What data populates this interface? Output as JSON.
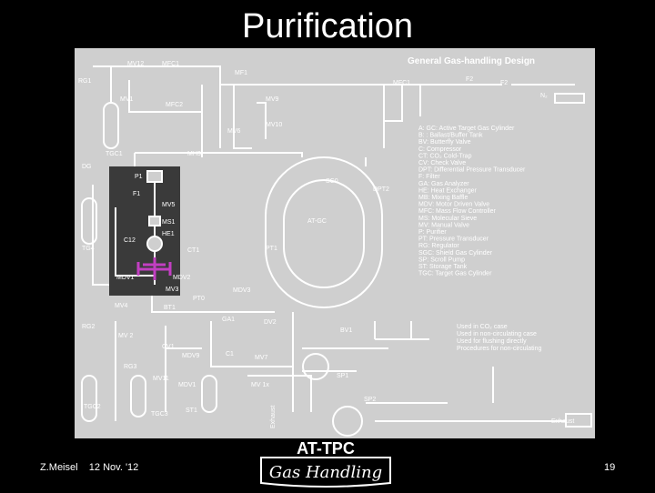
{
  "slide": {
    "title": "Purification",
    "author": "Z.Meisel",
    "date": "12 Nov. '12",
    "page_number": "19"
  },
  "logo": {
    "line1": "AT-TPC",
    "line2": "Gas Handling"
  },
  "diagram": {
    "heading": "General Gas-handling Design",
    "labels": {
      "mv12": "MV12",
      "mfc1_left": "MFC1",
      "mf1": "MF1",
      "rg1": "RG1",
      "mv1": "MV1",
      "mfc2": "MFC2",
      "mv9": "MV9",
      "mv10": "MV10",
      "mv6": "MV6",
      "tgc1": "TGC1",
      "mh3": "MH3",
      "mfc1_right": "MFC1",
      "f2a": "F2",
      "f2b": "F2",
      "n2": "N₂",
      "p1": "P1",
      "f1": "F1",
      "mv5": "MV5",
      "ms1": "MS1",
      "he1": "HE1",
      "c12": "C12",
      "ct1": "CT1",
      "mdv1": "MDV1",
      "mdv2": "MDV2",
      "mv3": "MV3",
      "mv4": "MV4",
      "pt0": "PT0",
      "bt1": "BT1",
      "mdv3": "MDV3",
      "ga1": "GA1",
      "dv2": "DV2",
      "bv1": "BV1",
      "sc0": "SC0",
      "dpt2": "DPT2",
      "atgt": "AT-GC",
      "cv1": "CV1",
      "mdv9": "MDV9",
      "c1": "C1",
      "mv7": "MV7",
      "sp1": "SP1",
      "sp2": "SP2",
      "rg2": "RG2",
      "mv2": "MV\n2",
      "rg3": "RG3",
      "mv11": "MV11",
      "mdv1b": "MDV1",
      "tgc2": "TGC2",
      "tgc3": "TGC3",
      "st1": "ST1",
      "mv1x": "MV\n1x",
      "exhaust_vert": "Exhaust",
      "exhaust": "Exhaust",
      "pt1": "PT1",
      "tg4": "TG4",
      "dg": "DG"
    },
    "legend": [
      "A: GC: Active Target Gas Cylinder",
      "B: : Ballast/Buffer Tank",
      "BV: Butterfly Valve",
      "C: Compressor",
      "CT: CO₂ Cold-Trap",
      "CV: Check Valve",
      "DPT: Differential Pressure Transducer",
      "F: Filter",
      "GA: Gas Analyzer",
      "HE: Heat Exchanger",
      "MB: Mixing Baffle",
      "MDV: Motor Driven Valve",
      "MFC: Mass Flow Controller",
      "MS: Molecular Sieve",
      "MV: Manual Valve",
      "P: Purifier",
      "PT: Pressure Transducer",
      "RG: Regulator",
      "SGC: Shield Gas Cylinder",
      "SP: Scroll Pump",
      "ST: Storage Tank",
      "TGC: Target Gas Cylinder"
    ],
    "line_legend": [
      "Used in CO₂ case",
      "Used in non-circulating case",
      "Used for flushing directly",
      "Procedures for non-circulating"
    ]
  },
  "colors": {
    "background": "#000000",
    "panel": "#cfcfcf",
    "line": "#ffffff",
    "highlight": "#c23fc2",
    "dark_box": "#3a3a3a",
    "text": "#ffffff",
    "diagram_text": "#ffffff"
  }
}
